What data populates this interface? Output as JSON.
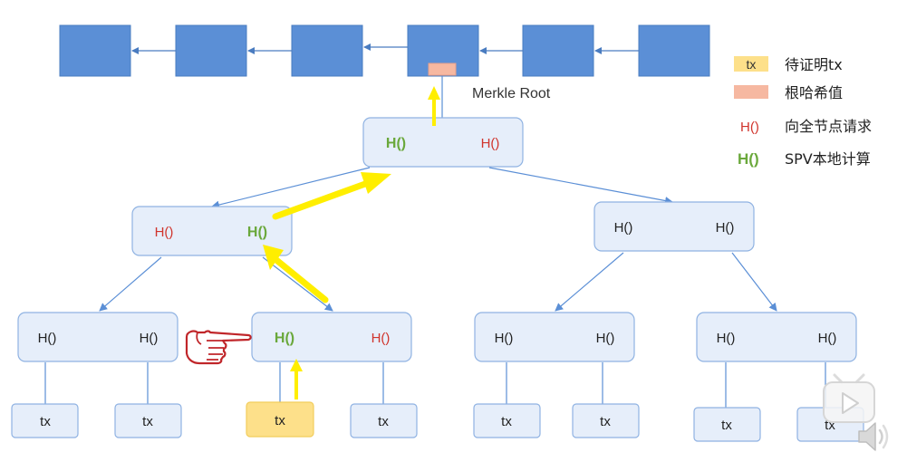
{
  "colors": {
    "chain_block_fill": "#5b8fd6",
    "chain_block_border": "#4a7cc0",
    "chain_link": "#4a7cc0",
    "merkle_root_fill": "#f6b8a1",
    "node_fill": "#e6eefa",
    "node_border": "#8fb2e2",
    "edge": "#5b8fd6",
    "hash_requested": "#d0342c",
    "hash_local": "#6aa83b",
    "hash_plain": "#222222",
    "tx_highlight": "#fde08a",
    "arrow": "#ffee00",
    "hand": "#c0262a"
  },
  "chain": {
    "block_count": 6,
    "merkle_block_index": 3
  },
  "merkle_root_label": "Merkle Root",
  "tree": {
    "root": {
      "left": "H()",
      "right": "H()"
    },
    "level1": [
      {
        "left": "H()",
        "right": "H()"
      },
      {
        "left": "H()",
        "right": "H()"
      }
    ],
    "level2": [
      {
        "left": "H()",
        "right": "H()"
      },
      {
        "left": "H()",
        "right": "H()"
      },
      {
        "left": "H()",
        "right": "H()"
      },
      {
        "left": "H()",
        "right": "H()"
      }
    ],
    "tx_label": "tx"
  },
  "legend": [
    {
      "swatch": "box",
      "box_text": "tx",
      "label": "待证明tx"
    },
    {
      "swatch": "box",
      "box_text": "",
      "label": "根哈希值"
    },
    {
      "swatch": "text",
      "swatch_text": "H()",
      "label": "向全节点请求"
    },
    {
      "swatch": "text",
      "swatch_text": "H()",
      "label": "SPV本地计算"
    }
  ],
  "icons": [
    "hand-pointer-icon",
    "play-icon",
    "speaker-icon"
  ]
}
